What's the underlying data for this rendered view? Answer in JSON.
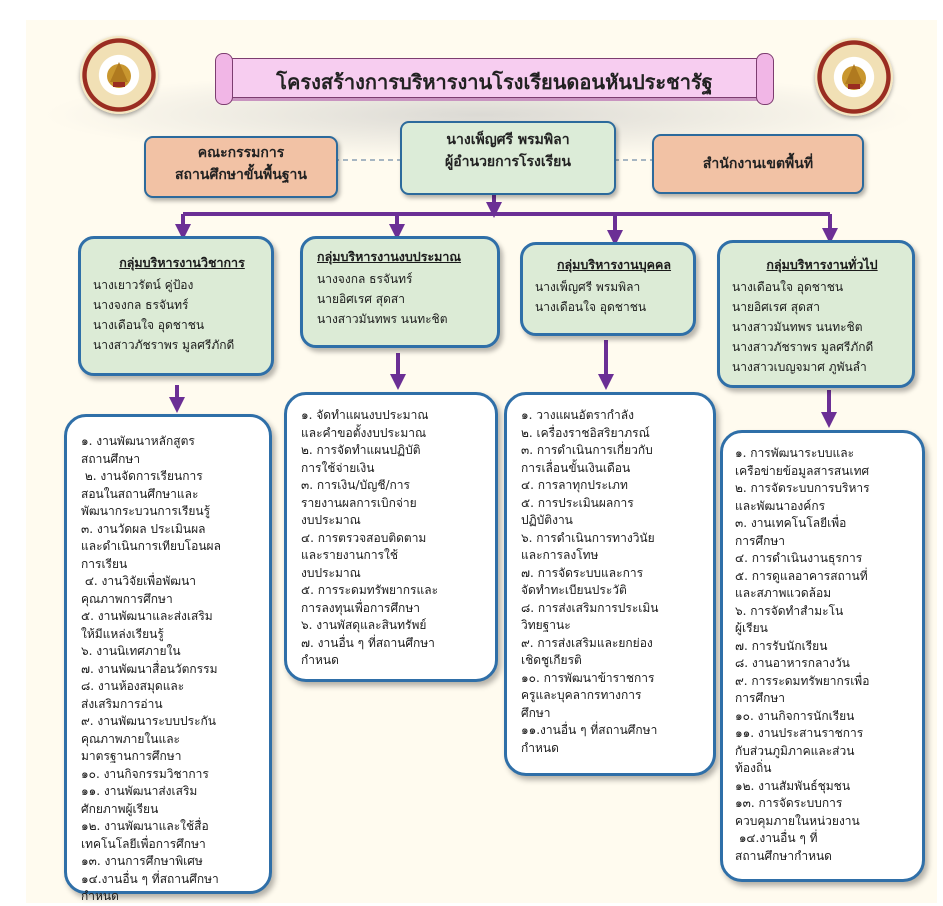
{
  "title": "โครงสร้างการบริหารงานโรงเรียนดอนหันประชารัฐ",
  "colors": {
    "title_bg": "#f7cdf0",
    "peach_box": "#f2c2a5",
    "green_box": "#dcebd6",
    "border_blue": "#2f6fa8",
    "arrow_purple": "#6b2f95",
    "background": "#fffbef"
  },
  "seals": {
    "left": "school-seal",
    "right": "school-seal"
  },
  "top": {
    "committee": {
      "line1": "คณะกรรมการ",
      "line2": "สถานศึกษาขั้นพื้นฐาน"
    },
    "director": {
      "name": "นางเพ็ญศรี  พรมพิลา",
      "position": "ผู้อำนวยการโรงเรียน"
    },
    "area_office": {
      "label": "สำนักงานเขตพื้นที่"
    }
  },
  "groups": [
    {
      "title": "กลุ่มบริหารงานวิชาการ",
      "members": [
        "นางเยาวรัตน์ คู่ป้อง",
        "นางจงกล  ธรจันทร์",
        "นางเดือนใจ อุดชาชน",
        "นางสาวภัชราพร มูลศรีภักดี"
      ],
      "tasks": [
        "๑. งานพัฒนาหลักสูตร",
        "สถานศึกษา",
        " ๒. งานจัดการเรียนการ",
        "สอนในสถานศึกษาและ",
        "พัฒนากระบวนการเรียนรู้",
        "๓. งานวัดผล ประเมินผล",
        "และดำเนินการเทียบโอนผล",
        "การเรียน",
        " ๔. งานวิจัยเพื่อพัฒนา",
        "คุณภาพการศึกษา",
        "๕. งานพัฒนาและส่งเสริม",
        "ให้มีแหล่งเรียนรู้",
        "๖. งานนิเทศภายใน",
        "๗. งานพัฒนาสื่อนวัตกรรม",
        "๘. งานห้องสมุดและ",
        "ส่งเสริมการอ่าน",
        "๙. งานพัฒนาระบบประกัน",
        "คุณภาพภายในและ",
        "มาตรฐานการศึกษา",
        "๑๐. งานกิจกรรมวิชาการ",
        "๑๑. งานพัฒนาส่งเสริม",
        "ศักยภาพผู้เรียน",
        "๑๒. งานพัฒนาและใช้สื่อ",
        "เทคโนโลยีเพื่อการศึกษา",
        "๑๓. งานการศึกษาพิเศษ",
        "๑๔.งานอื่น ๆ ที่สถานศึกษา",
        "กำหนด"
      ]
    },
    {
      "title": "กลุ่มบริหารงานงบประมาณ",
      "members": [
        "นางจงกล  ธรจันทร์",
        "นายอิศเรศ สุดสา",
        "นางสาวมันทพร นนทะชิต"
      ],
      "tasks": [
        "๑. จัดทำแผนงบประมาณ",
        "และคำขอตั้งงบประมาณ",
        "๒. การจัดทำแผนปฏิบัติ",
        "การใช้จ่ายเงิน",
        "๓. การเงิน/บัญชี/การ",
        "รายงานผลการเบิกจ่าย",
        "งบประมาณ",
        "๔. การตรวจสอบติดตาม",
        "และรายงานการใช้",
        "งบประมาณ",
        "๕. การระดมทรัพยากรและ",
        "การลงทุนเพื่อการศึกษา",
        "๖. งานพัสดุและสินทรัพย์",
        "๗. งานอื่น ๆ ที่สถานศึกษา",
        "กำหนด"
      ]
    },
    {
      "title": "กลุ่มบริหารงานบุคคล",
      "members": [
        "นางเพ็ญศรี  พรมพิลา",
        "นางเดือนใจ อุดชาชน"
      ],
      "tasks": [
        "๑. วางแผนอัตรากำลัง",
        "๒. เครื่องราชอิสริยาภรณ์",
        "๓. การดำเนินการเกี่ยวกับ",
        "การเลื่อนขั้นเงินเดือน",
        "๔. การลาทุกประเภท",
        "๕. การประเมินผลการ",
        "ปฏิบัติงาน",
        "๖. การดำเนินการทางวินัย",
        "และการลงโทษ",
        "๗. การจัดระบบและการ",
        "จัดทำทะเบียนประวัติ",
        "๘. การส่งเสริมการประเมิน",
        "วิทยฐานะ",
        "๙. การส่งเสริมและยกย่อง",
        "เชิดชูเกียรติ",
        "๑๐. การพัฒนาข้าราชการ",
        "ครูและบุคลากรทางการ",
        "ศึกษา",
        "๑๑.งานอื่น ๆ ที่สถานศึกษา",
        "กำหนด"
      ]
    },
    {
      "title": "กลุ่มบริหารงานทั่วไป",
      "members": [
        "นางเดือนใจ อุดชาชน",
        "นายอิศเรศ สุดสา",
        "นางสาวมันทพร นนทะชิต",
        "นางสาวภัชราพร มูลศรีภักดี",
        "นางสาวเบญจมาศ ภูพันลำ"
      ],
      "tasks": [
        "๑. การพัฒนาระบบและ",
        "เครือข่ายข้อมูลสารสนเทศ",
        "๒. การจัดระบบการบริหาร",
        "และพัฒนาองค์กร",
        "๓. งานเทคโนโลยีเพื่อ",
        "การศึกษา",
        "๔. การดำเนินงานธุรการ",
        "๕. การดูแลอาคารสถานที่",
        "และสภาพแวดล้อม",
        "๖. การจัดทำสำมะโน",
        "ผู้เรียน",
        "๗. การรับนักเรียน",
        "๘. งานอาหารกลางวัน",
        "๙. การระดมทรัพยากรเพื่อ",
        "การศึกษา",
        "๑๐. งานกิจการนักเรียน",
        "๑๑. งานประสานราชการ",
        "กับส่วนภูมิภาคและส่วน",
        "ท้องถิ่น",
        "๑๒. งานสัมพันธ์ชุมชน",
        "๑๓. การจัดระบบการ",
        "ควบคุมภายในหน่วยงาน",
        " ๑๔.งานอื่น ๆ ที่",
        "สถานศึกษากำหนด"
      ]
    }
  ]
}
